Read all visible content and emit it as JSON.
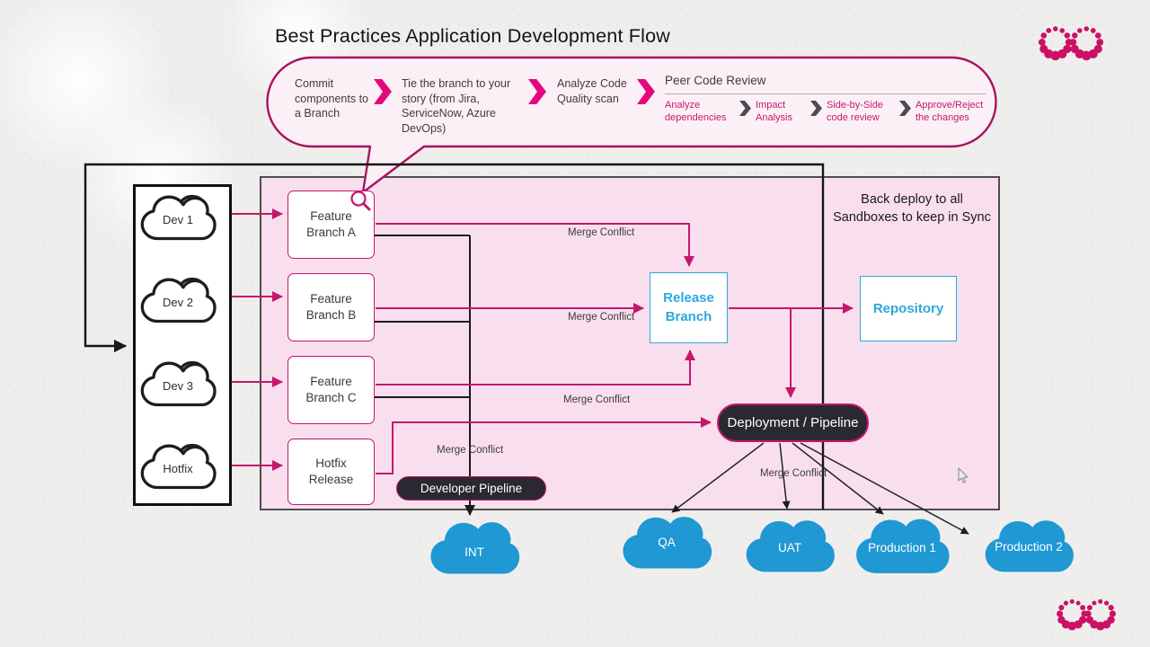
{
  "title": "Best Practices Application Development Flow",
  "callout": {
    "steps": [
      "Commit components to a Branch",
      "Tie the branch to your story (from Jira, ServiceNow, Azure DevOps)",
      "Analyze Code Quality scan"
    ],
    "peer": {
      "title": "Peer Code Review",
      "substeps": [
        "Analyze dependencies",
        "Impact Analysis",
        "Side-by-Side code review",
        "Approve/Reject the changes"
      ]
    }
  },
  "sandboxes": [
    "Dev 1",
    "Dev 2",
    "Dev 3",
    "Hotfix"
  ],
  "branches": [
    "Feature Branch A",
    "Feature Branch B",
    "Feature Branch C",
    "Hotfix Release"
  ],
  "flow": {
    "release_branch": "Release Branch",
    "repository": "Repository",
    "deployment_pipeline": "Deployment / Pipeline",
    "developer_pipeline": "Developer Pipeline",
    "back_deploy_note": "Back deploy to all Sandboxes to keep in Sync",
    "merge_conflict": "Merge Conflict"
  },
  "environments": [
    "INT",
    "QA",
    "UAT",
    "Production 1",
    "Production 2"
  ],
  "colors": {
    "accent": "#c4176d",
    "bubble_border": "#a8135f",
    "cyan": "#2aa9dd",
    "cloud_blue": "#1f98d4",
    "pill_dark": "#2a2830",
    "panel_pink": "#f9dfee"
  }
}
